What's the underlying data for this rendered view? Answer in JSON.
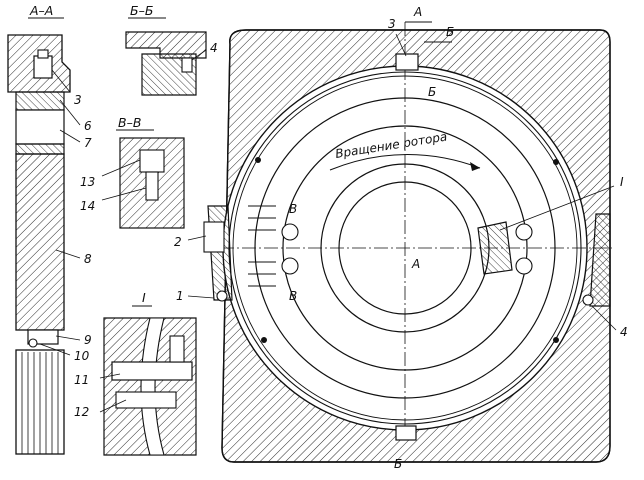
{
  "sections": {
    "aa": "А–А",
    "bb": "Б–Б",
    "vv": "В–В",
    "detail": "I"
  },
  "cut_marks": {
    "a_top": "А",
    "a_bottom": "А",
    "b_top_right": "Б",
    "b_mid": "Б",
    "b_bottom": "Б",
    "v_top": "В",
    "v_bottom": "В",
    "roman_one": "I"
  },
  "numbers": {
    "n1": "1",
    "n2": "2",
    "n3": "3",
    "n4": "4",
    "n6": "6",
    "n7": "7",
    "n8": "8",
    "n9": "9",
    "n10": "10",
    "n11": "11",
    "n12": "12",
    "n13": "13",
    "n14": "14"
  },
  "rotation_text": "Вращение ротора",
  "colors": {
    "line": "#111111",
    "paper": "#ffffff"
  }
}
